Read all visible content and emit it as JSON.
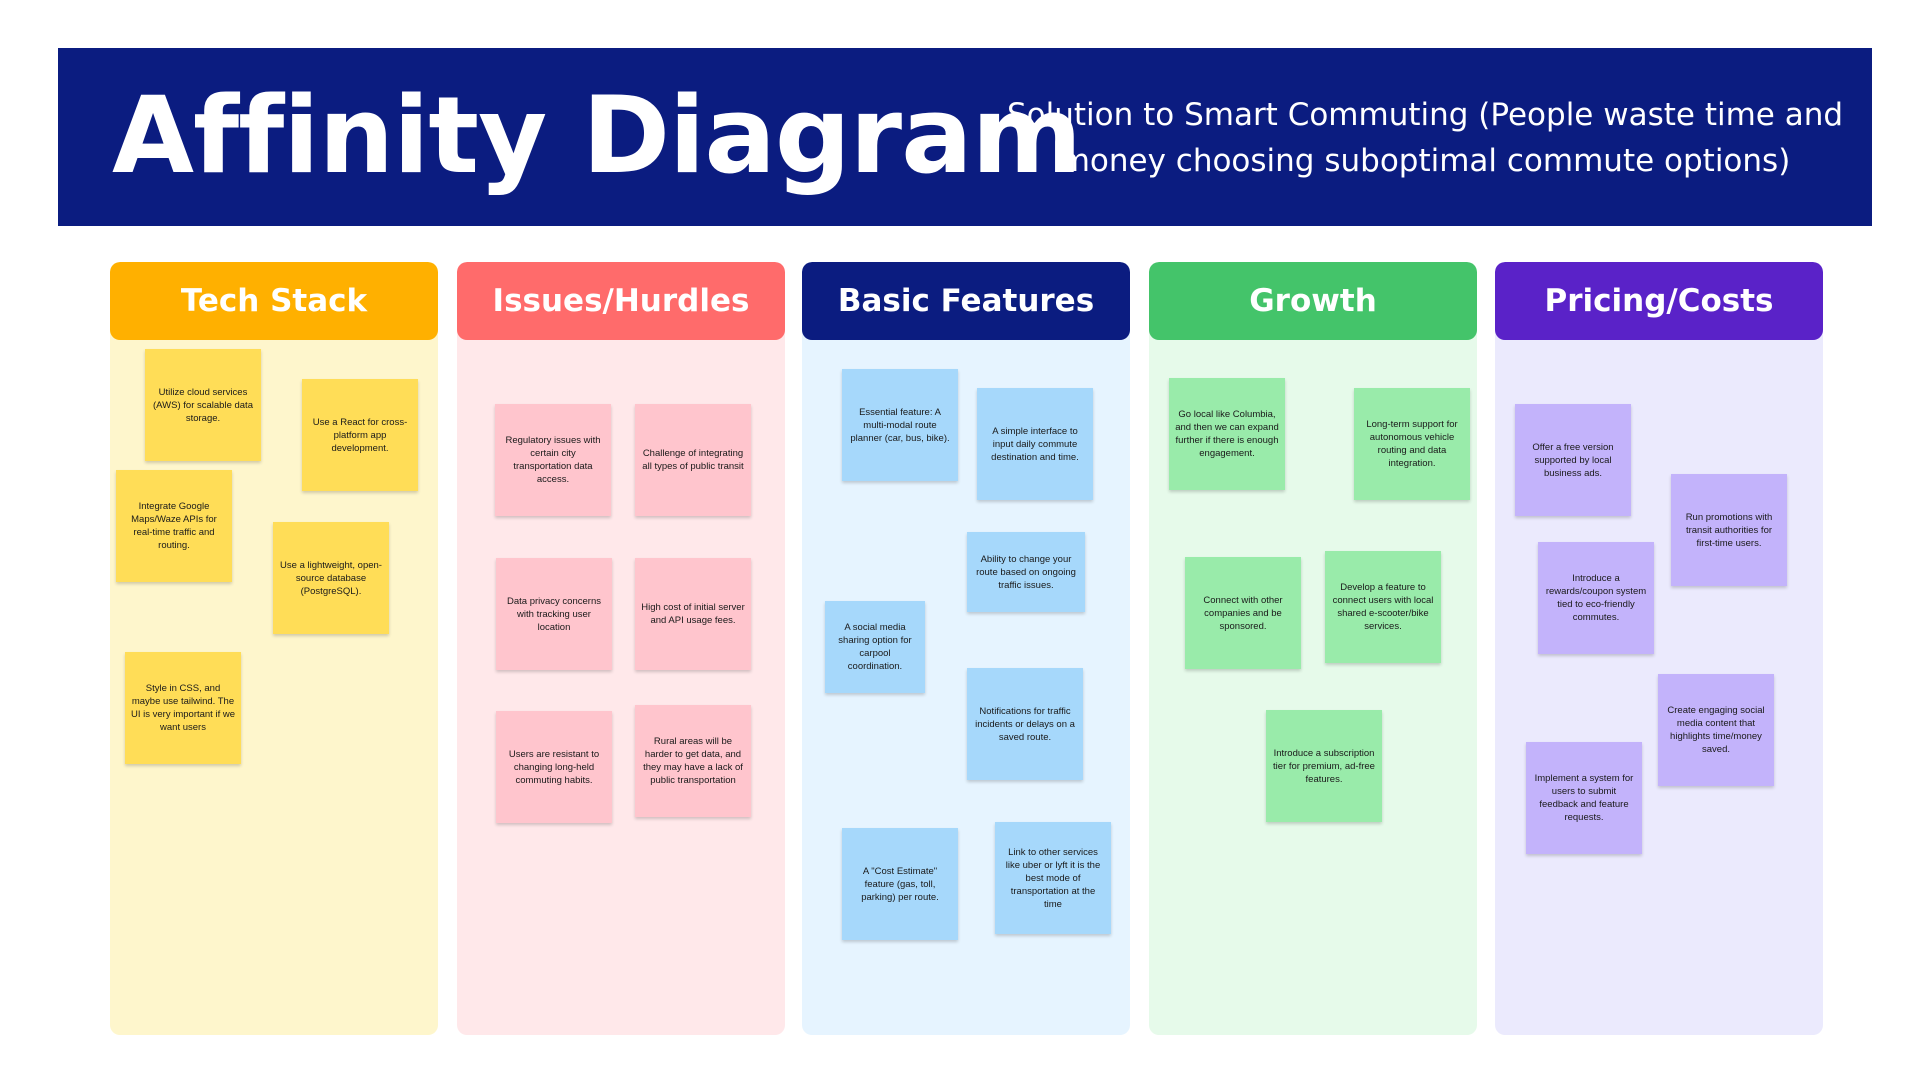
{
  "header": {
    "title": "Affinity Diagram",
    "subtitle": "Solution to Smart Commuting (People waste time and money choosing suboptimal commute options)"
  },
  "colors": {
    "banner": "#0b1c80",
    "tech_header": "#ffb000",
    "tech_body": "#fef6cc",
    "tech_note": "#ffdd57",
    "issues_header": "#ff6b6b",
    "issues_body": "#ffe8ea",
    "issues_note": "#ffc5cd",
    "features_header": "#0b1c80",
    "features_body": "#e6f4ff",
    "features_note": "#a6d8fb",
    "growth_header": "#44c46a",
    "growth_body": "#e6faea",
    "growth_note": "#99ebaa",
    "pricing_header": "#5a22c8",
    "pricing_body": "#ebeafd",
    "pricing_note": "#c3b3fb"
  },
  "columns": [
    {
      "title": "Tech Stack",
      "notes": [
        "Utilize cloud services (AWS) for scalable data storage.",
        "Use a React for cross-platform app development.",
        "Integrate Google Maps/Waze APIs for real-time traffic and routing.",
        "Use a lightweight, open-source database (PostgreSQL).",
        "Style in CSS, and maybe use tailwind. The UI is very important if we want users"
      ]
    },
    {
      "title": "Issues/Hurdles",
      "notes": [
        "Regulatory issues with certain city transportation data access.",
        "Challenge of integrating all types of public transit",
        "Data privacy concerns with tracking user location",
        "High cost of initial server and API usage fees.",
        "Users are resistant to changing long-held commuting habits.",
        "Rural areas will be harder to get data, and they may have a lack of public transportation"
      ]
    },
    {
      "title": "Basic Features",
      "notes": [
        "Essential feature: A multi-modal route planner (car, bus, bike).",
        "A simple interface to input daily commute destination and time.",
        "Ability to change your route based on ongoing traffic issues.",
        "A social media sharing option for carpool coordination.",
        "Notifications for traffic incidents or delays on a saved route.",
        "A \"Cost Estimate\" feature (gas, toll, parking) per route.",
        "Link to other services like uber or lyft it is the best mode of transportation at the time"
      ]
    },
    {
      "title": "Growth",
      "notes": [
        "Go local like Columbia, and then we can expand further if there is enough engagement.",
        "Long-term support for autonomous vehicle routing and data integration.",
        "Connect with other companies and be sponsored.",
        "Develop a feature to connect users with local shared e-scooter/bike services.",
        "Introduce a subscription tier for premium, ad-free features."
      ]
    },
    {
      "title": "Pricing/Costs",
      "notes": [
        "Offer a free version supported by local business ads.",
        "Run promotions with transit authorities for first-time users.",
        "Introduce a rewards/coupon system tied to eco-friendly commutes.",
        "Create engaging social media content that highlights time/money saved.",
        "Implement a system for users to submit feedback and feature requests."
      ]
    }
  ]
}
